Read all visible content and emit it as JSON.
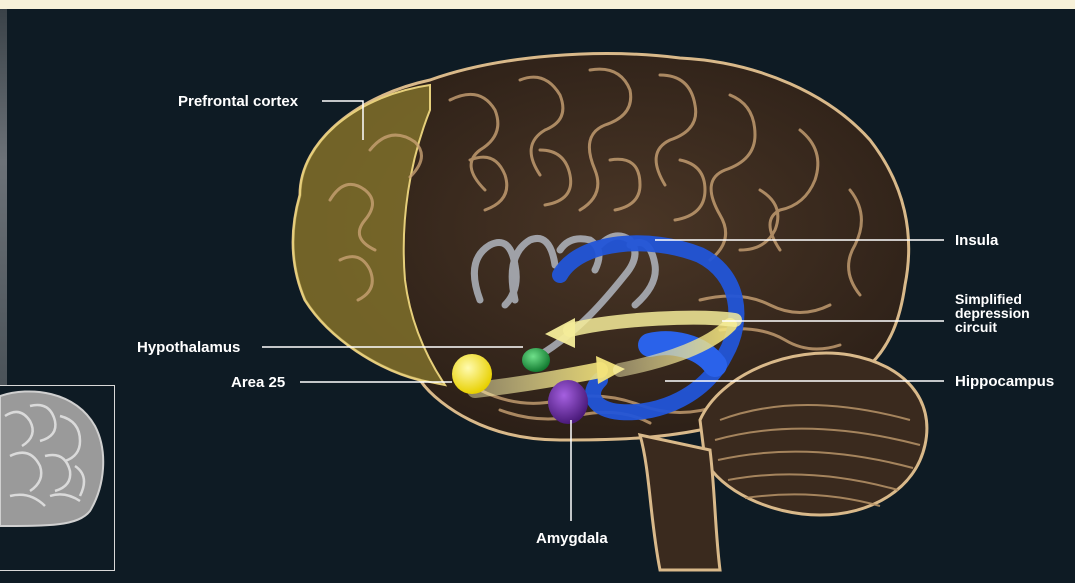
{
  "labels": {
    "prefrontal_cortex": "Prefrontal cortex",
    "insula": "Insula",
    "simplified_depression_circuit": "Simplified depression circuit",
    "sdc_line1": "Simplified",
    "sdc_line2": "depression",
    "sdc_line3": "circuit",
    "hypothalamus": "Hypothalamus",
    "area_25": "Area 25",
    "hippocampus": "Hippocampus",
    "amygdala": "Amygdala"
  },
  "colors": {
    "background": "#0e1b24",
    "brain": "#3a2a1e",
    "brain_outline": "#d9b98a",
    "prefrontal": "#8a7a2e",
    "area25": "#ffe83a",
    "hypothalamus": "#1fa84a",
    "amygdala": "#6a2aa0",
    "hippocampus": "#2255d8",
    "insula": "#c8d2e0",
    "circuit": "#f4ec9a",
    "leader_lines": "#ffffff"
  }
}
